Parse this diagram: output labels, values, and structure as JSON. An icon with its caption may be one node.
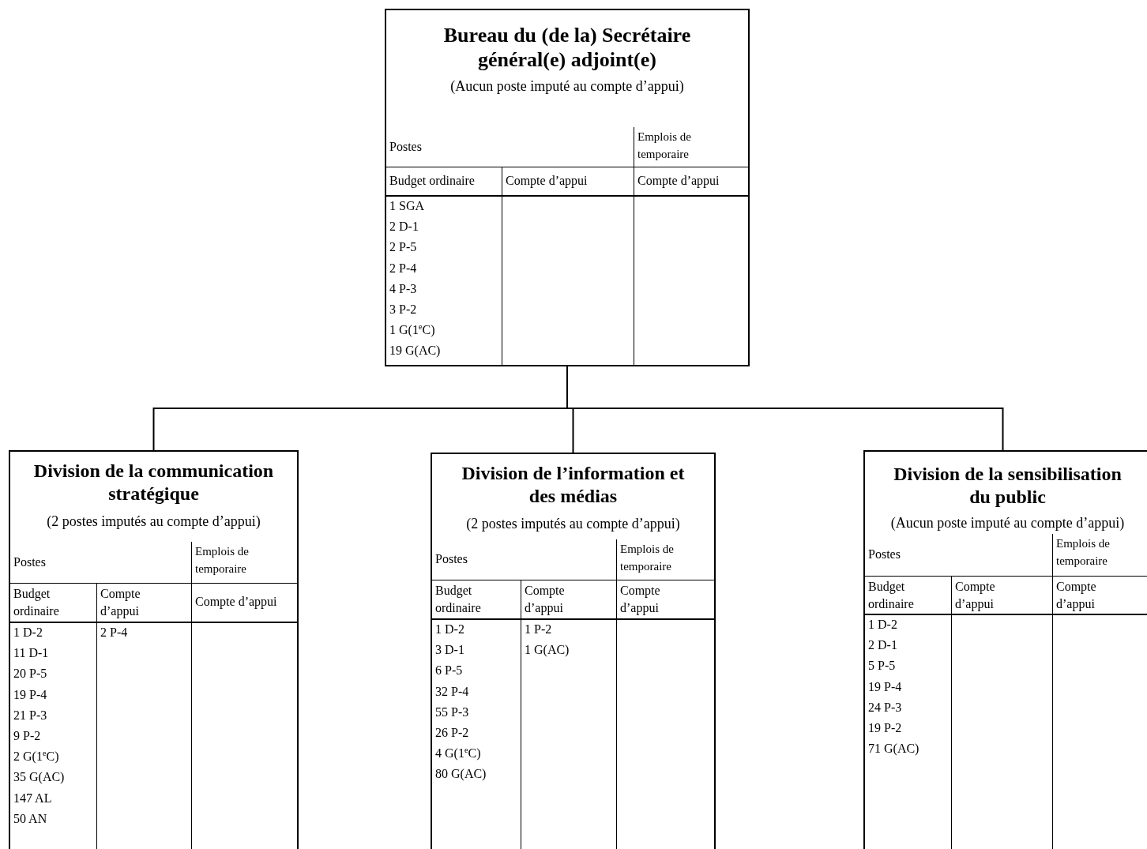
{
  "diagram": {
    "nodes": [
      {
        "text": [
          "Bureau du (de la) Secrétaire général(e) adjoint(e)",
          "(Aucun poste imputé au compte d’appui)",
          "Postes",
          "Emplois de temporaire",
          "Budget ordinaire",
          "Compte d’appui",
          "Compte d’appui",
          "1 SGA",
          "2 D-1",
          "2 P-5",
          "2 P-4",
          "4 P-3",
          "3 P-2",
          "1 G(1$^{e}$C)",
          "19 G(AC)"
        ]
      },
      {
        "text": [
          "Division de la communication stratégique",
          "(2 postes imputés au compte d’appui)",
          "Postes",
          "Emplois de temporaire",
          "Budget ordinaire",
          "Compte d’appui",
          "Compte d’appui",
          "1 D-2",
          "11 D-1",
          "20 P-5",
          "19 P-4",
          "21 P-3",
          "9 P-2",
          "2 G(1$^{e}$C)",
          "35 G(AC)",
          "147 AL",
          "50 AN",
          "2 P-4"
        ]
      },
      {
        "text": [
          "Division de l’information et des médias",
          "(2 postes imputés au compte d’appui)",
          "Postes",
          "Emplois de temporaire",
          "Budget ordinaire",
          "Compte d’appui",
          "Compte d’appui",
          "1 D-2",
          "3 D-1",
          "6 P-5",
          "32 P-4",
          "55 P-3",
          "26 P-2",
          "4 G(1$^{e}$C)",
          "80 G(AC)",
          "1 P-2",
          "1 G(AC)"
        ]
      },
      {
        "text": [
          "Division de la sensibilisation du public",
          "(Aucun poste imputé au compte d’appui)",
          "Postes",
          "Emplois de temporaire",
          "Budget ordinaire",
          "Compte d’appui",
          "Compte d’appui",
          "1 D-2",
          "2 D-1",
          "5 P-5",
          "19 P-4",
          "24 P-3",
          "19 P-2",
          "71 G(AC)"
        ]
      }
    ],
    "edges": [
      {
        "from": 0,
        "to": 1,
        "arrow": "none"
      },
      {
        "from": 0,
        "to": 2,
        "arrow": "none"
      },
      {
        "from": 0,
        "to": 3,
        "arrow": "none"
      }
    ]
  }
}
